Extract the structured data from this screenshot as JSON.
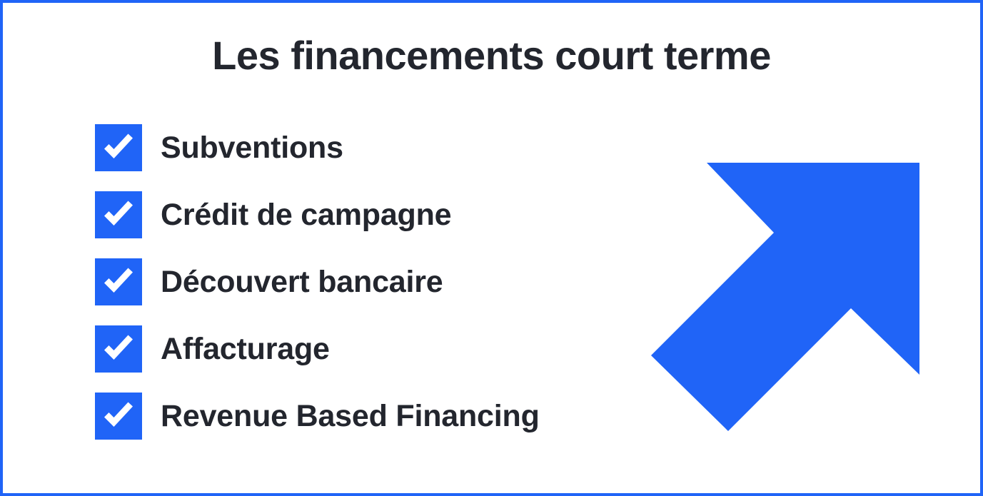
{
  "card": {
    "border_color": "#2064F7",
    "background_color": "#ffffff"
  },
  "header": {
    "title": "Les financements court terme",
    "title_color": "#23262E"
  },
  "checklist": {
    "accent_color": "#2064F7",
    "check_color": "#ffffff",
    "label_color": "#23262E",
    "items": [
      {
        "label": "Subventions",
        "checked": true
      },
      {
        "label": "Crédit de campagne",
        "checked": true
      },
      {
        "label": "Découvert bancaire",
        "checked": true
      },
      {
        "label": "Affacturage",
        "checked": true
      },
      {
        "label": "Revenue Based Financing",
        "checked": true
      }
    ]
  },
  "decoration": {
    "arrow": {
      "icon": "arrow-up-right-icon",
      "color": "#2064F7",
      "direction": "up-right"
    }
  }
}
